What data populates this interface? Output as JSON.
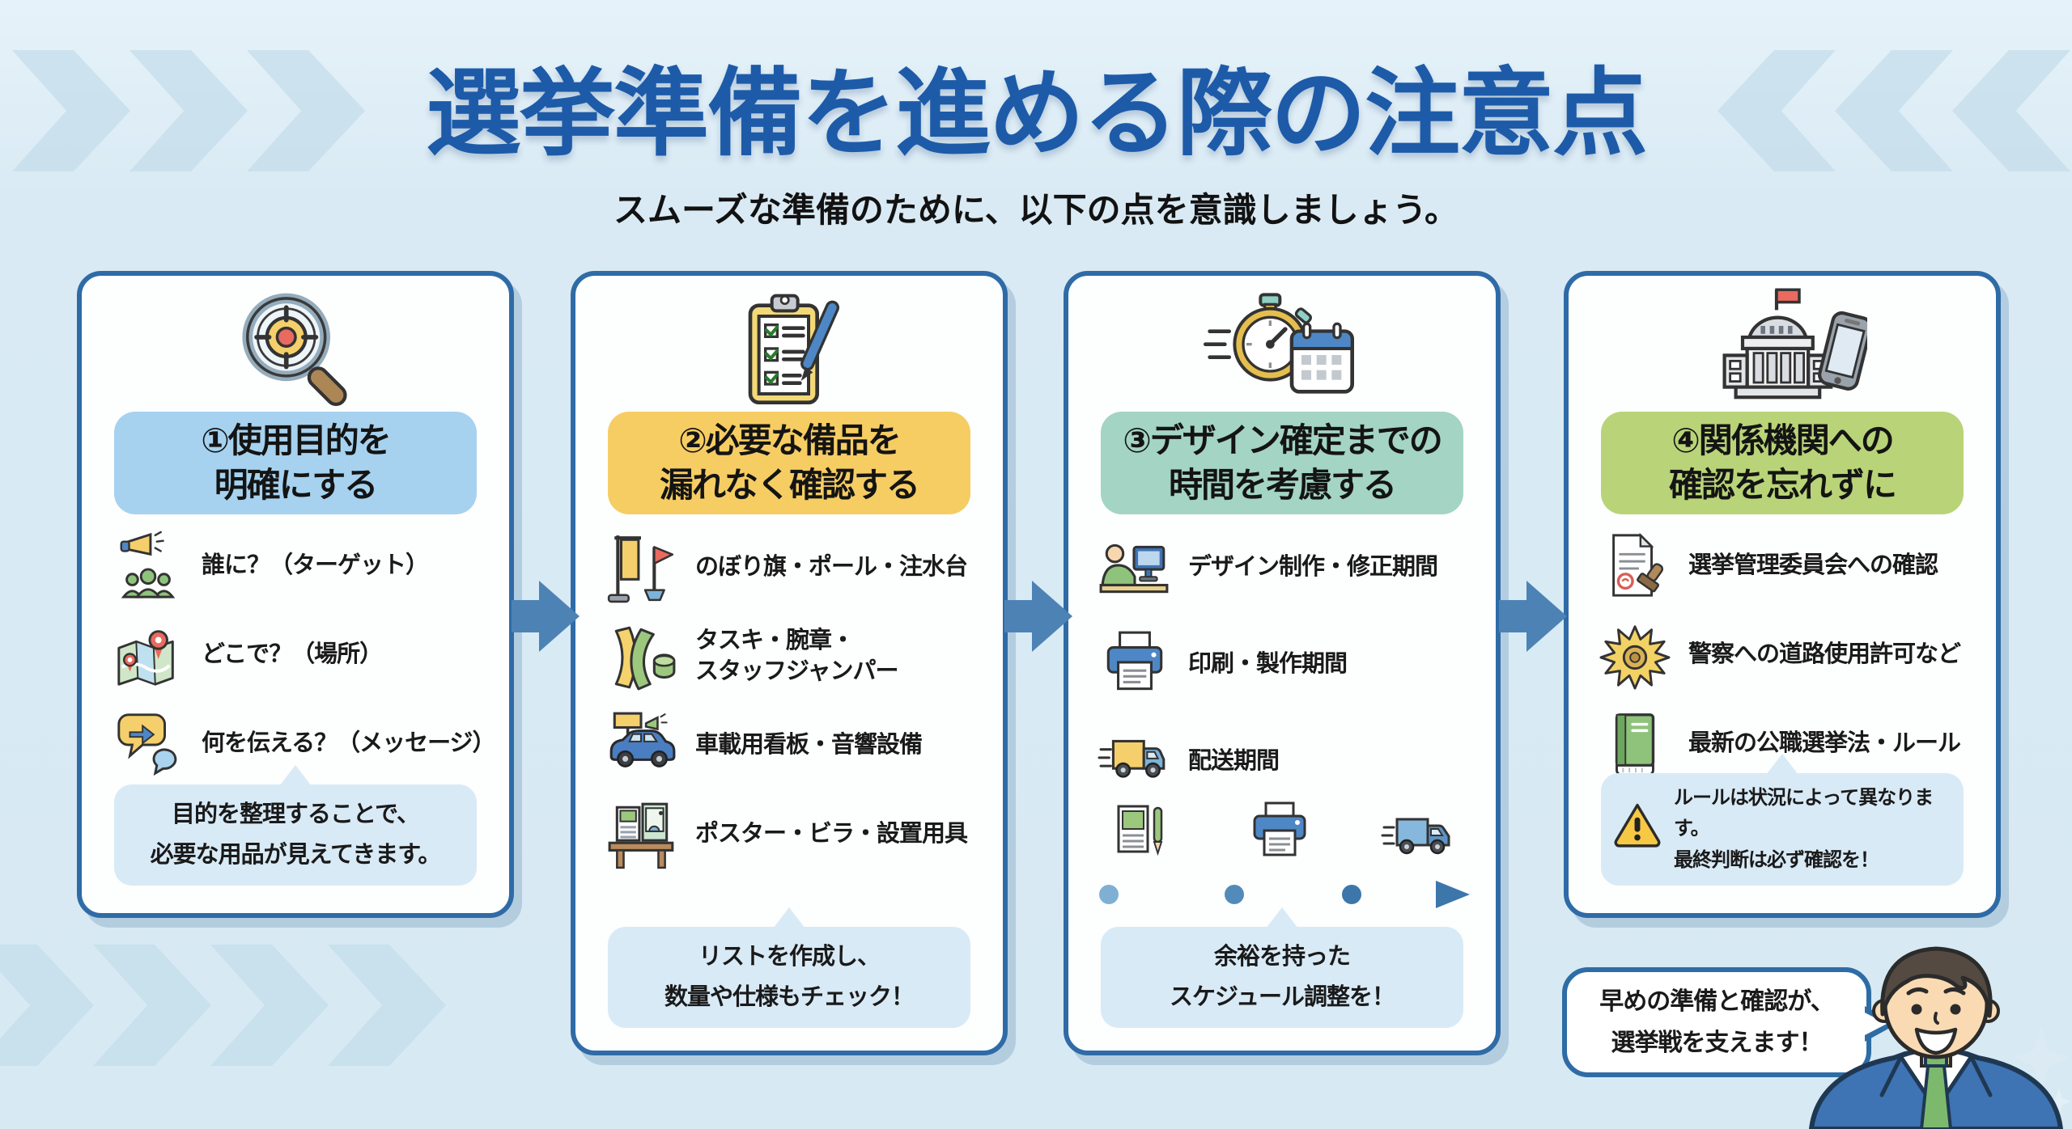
{
  "title": "選挙準備を進める際の注意点",
  "subtitle": "スムーズな準備のために、以下の点を意識しましょう。",
  "colors": {
    "background": "#d9eaf4",
    "title_text": "#1d5ba9",
    "card_border": "#2f6ba6",
    "flow_arrow": "#4d82b5",
    "note_bubble": "#d8eaf6",
    "header_1": "#a6d2ef",
    "header_2": "#f6cd63",
    "header_3": "#a4d4c3",
    "header_4": "#b9d478"
  },
  "cards": [
    {
      "icon": "magnifier-target-icon",
      "header": "①使用目的を\n明確にする",
      "items": [
        {
          "icon": "megaphone-audience-icon",
          "text": "誰に？（ターゲット）"
        },
        {
          "icon": "map-pins-icon",
          "text": "どこで？（場所）"
        },
        {
          "icon": "speech-bubbles-icon",
          "text": "何を伝える？（メッセージ）"
        }
      ],
      "note": "目的を整理することで、\n必要な用品が見えてきます。"
    },
    {
      "icon": "clipboard-checklist-icon",
      "header": "②必要な備品を\n漏れなく確認する",
      "items": [
        {
          "icon": "nobori-flag-icon",
          "text": "のぼり旗・ポール・注水台"
        },
        {
          "icon": "sash-armband-icon",
          "text": "タスキ・腕章・\nスタッフジャンパー"
        },
        {
          "icon": "campaign-car-icon",
          "text": "車載用看板・音響設備"
        },
        {
          "icon": "poster-table-icon",
          "text": "ポスター・ビラ・設置用具"
        }
      ],
      "note": "リストを作成し、\n数量や仕様もチェック！"
    },
    {
      "icon": "stopwatch-calendar-icon",
      "header": "③デザイン確定までの\n時間を考慮する",
      "items": [
        {
          "icon": "designer-at-pc-icon",
          "text": "デザイン制作・修正期間"
        },
        {
          "icon": "printer-icon",
          "text": "印刷・製作期間"
        },
        {
          "icon": "delivery-truck-icon",
          "text": "配送期間"
        }
      ],
      "timeline_icons": [
        "notebook-pen-icon",
        "printer-small-icon",
        "truck-fast-icon"
      ],
      "note": "余裕を持った\nスケジュール調整を！"
    },
    {
      "icon": "government-phone-icon",
      "header": "④関係機関への\n確認を忘れずに",
      "items": [
        {
          "icon": "stamped-document-icon",
          "text": "選挙管理委員会への確認"
        },
        {
          "icon": "police-badge-icon",
          "text": "警察への道路使用許可など"
        },
        {
          "icon": "law-book-icon",
          "text": "最新の公職選挙法・ルール"
        }
      ],
      "warning_note": "ルールは状況によって異なります。\n最終判断は必ず確認を！"
    }
  ],
  "footer": {
    "speech_bubble": "早めの準備と確認が、\n選挙戦を支えます！",
    "character": "businessman-character"
  }
}
